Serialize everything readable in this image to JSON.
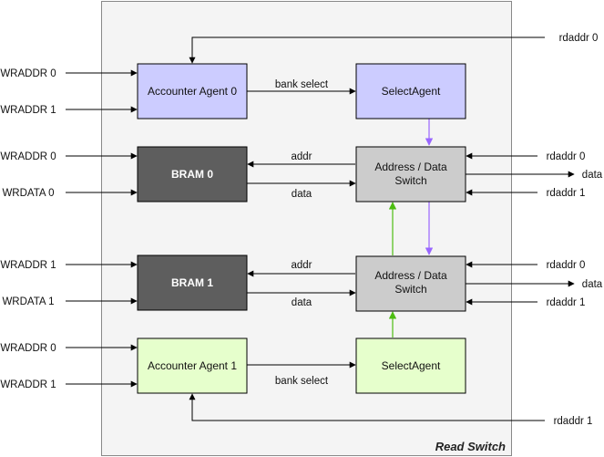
{
  "container": {
    "title": "Read Switch",
    "fill": "#f4f4f4",
    "stroke": "#888888"
  },
  "blocks": {
    "accounter0": {
      "label": "Accounter Agent 0",
      "fill": "#ccccff"
    },
    "select0": {
      "label": "SelectAgent",
      "fill": "#ccccff"
    },
    "bram0": {
      "label": "BRAM 0",
      "fill": "#5e5e5e",
      "text_color": "#ffffff"
    },
    "switch0": {
      "line1": "Address / Data",
      "line2": "Switch",
      "fill": "#cccccc"
    },
    "bram1": {
      "label": "BRAM 1",
      "fill": "#5e5e5e",
      "text_color": "#ffffff"
    },
    "switch1": {
      "line1": "Address / Data",
      "line2": "Switch",
      "fill": "#cccccc"
    },
    "accounter1": {
      "label": "Accounter Agent 1",
      "fill": "#e6ffcc"
    },
    "select1": {
      "label": "SelectAgent",
      "fill": "#e6ffcc"
    }
  },
  "inputs_left": {
    "a0_in0": "WRADDR 0",
    "a0_in1": "WRADDR 1",
    "bram0_addr": "WRADDR 0",
    "bram0_data": "WRDATA 0",
    "bram1_addr": "WRADDR 1",
    "bram1_data": "WRDATA 1",
    "a1_in0": "WRADDR 0",
    "a1_in1": "WRADDR 1"
  },
  "right_labels": {
    "rdaddr_top": "rdaddr 0",
    "sw0_rd0": "rdaddr 0",
    "sw0_data": "data",
    "sw0_rd1": "rdaddr 1",
    "sw1_rd0": "rdaddr 0",
    "sw1_data": "data",
    "sw1_rd1": "rdaddr 1",
    "rdaddr_bottom": "rdaddr 1"
  },
  "edge_labels": {
    "bank_select_0": "bank select",
    "addr_0": "addr",
    "data_0": "data",
    "addr_1": "addr",
    "data_1": "data",
    "bank_select_1": "bank select"
  },
  "colors": {
    "purple_arrow": "#9966ff",
    "green_arrow": "#4dbd12",
    "line": "#000000"
  }
}
